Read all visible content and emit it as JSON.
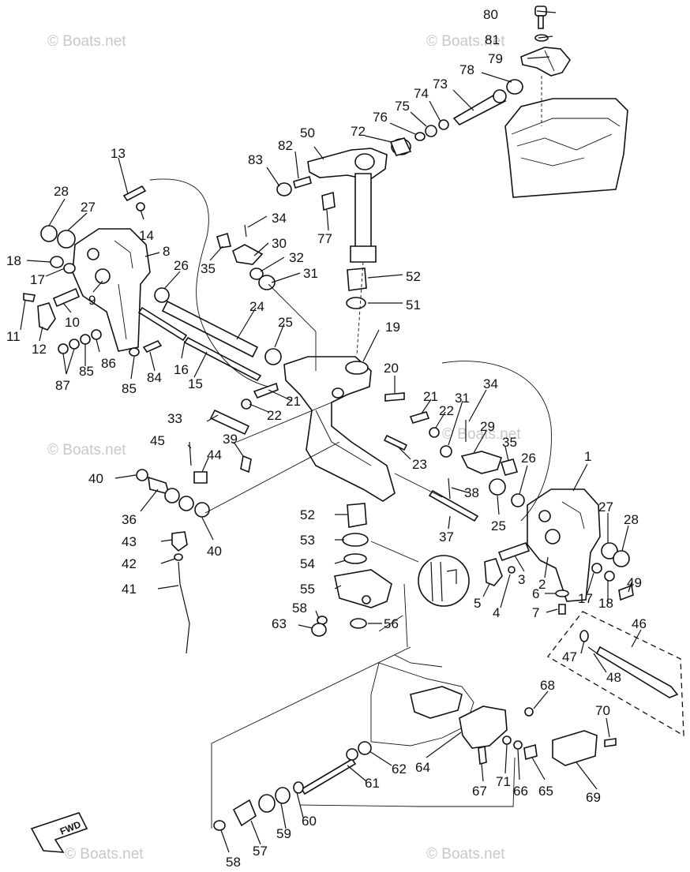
{
  "watermarks": [
    "© Boats.net",
    "© Boats.net",
    "© Boats.net",
    "© Boats.net",
    "© Boats.net",
    "© Boats.net"
  ],
  "fwd_label": "FWD",
  "parts": [
    "80",
    "81",
    "79",
    "78",
    "73",
    "74",
    "75",
    "76",
    "72",
    "50",
    "82",
    "83",
    "77",
    "52",
    "51",
    "13",
    "14",
    "28",
    "27",
    "18",
    "17",
    "8",
    "26",
    "9",
    "11",
    "12",
    "10",
    "34",
    "35",
    "30",
    "32",
    "31",
    "24",
    "25",
    "87",
    "85",
    "86",
    "85",
    "84",
    "16",
    "15",
    "19",
    "20",
    "21",
    "22",
    "33",
    "21",
    "22",
    "31",
    "34",
    "29",
    "35",
    "45",
    "44",
    "39",
    "40",
    "36",
    "23",
    "26",
    "38",
    "1",
    "27",
    "28",
    "43",
    "42",
    "41",
    "40",
    "37",
    "25",
    "52",
    "53",
    "54",
    "55",
    "58",
    "63",
    "56",
    "5",
    "3",
    "2",
    "4",
    "49",
    "6",
    "17",
    "18",
    "7",
    "46",
    "47",
    "48",
    "68",
    "70",
    "64",
    "67",
    "71",
    "66",
    "65",
    "69",
    "61",
    "62",
    "58",
    "57",
    "59",
    "60"
  ]
}
